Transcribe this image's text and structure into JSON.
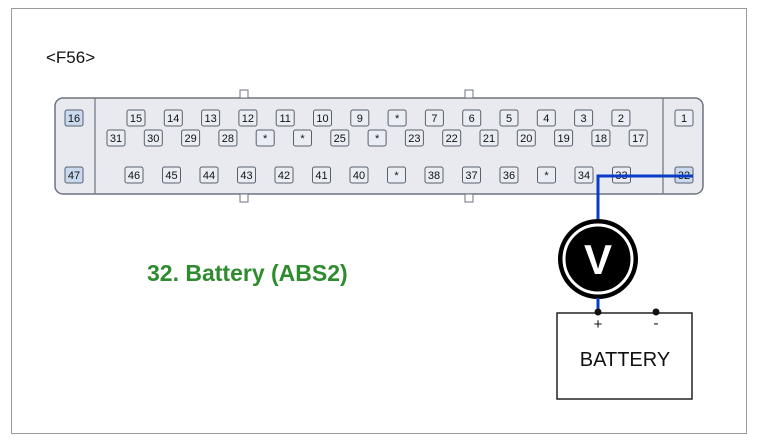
{
  "connector": {
    "label": "<F56>",
    "pins_upper": [
      "15",
      "14",
      "13",
      "12",
      "11",
      "10",
      "9",
      "*",
      "7",
      "6",
      "5",
      "4",
      "3",
      "2"
    ],
    "pins_middle": [
      "31",
      "30",
      "29",
      "28",
      "*",
      "*",
      "25",
      "*",
      "23",
      "22",
      "21",
      "20",
      "19",
      "18",
      "17"
    ],
    "pins_lower": [
      "46",
      "45",
      "44",
      "43",
      "42",
      "41",
      "40",
      "*",
      "38",
      "37",
      "36",
      "*",
      "34",
      "33"
    ],
    "left_block": [
      "16",
      "47"
    ],
    "right_block": [
      "1",
      "32"
    ]
  },
  "caption": "32. Battery (ABS2)",
  "meter_symbol": "V",
  "battery": {
    "label": "BATTERY",
    "plus": "+",
    "minus": "-"
  },
  "colors": {
    "wire": "#0a3cc8",
    "caption": "#2e8b2e",
    "connector_fill": "#e8eaf0",
    "pin_fill": "#eaeef4",
    "highlight_pin_fill": "#c9d9ef"
  }
}
